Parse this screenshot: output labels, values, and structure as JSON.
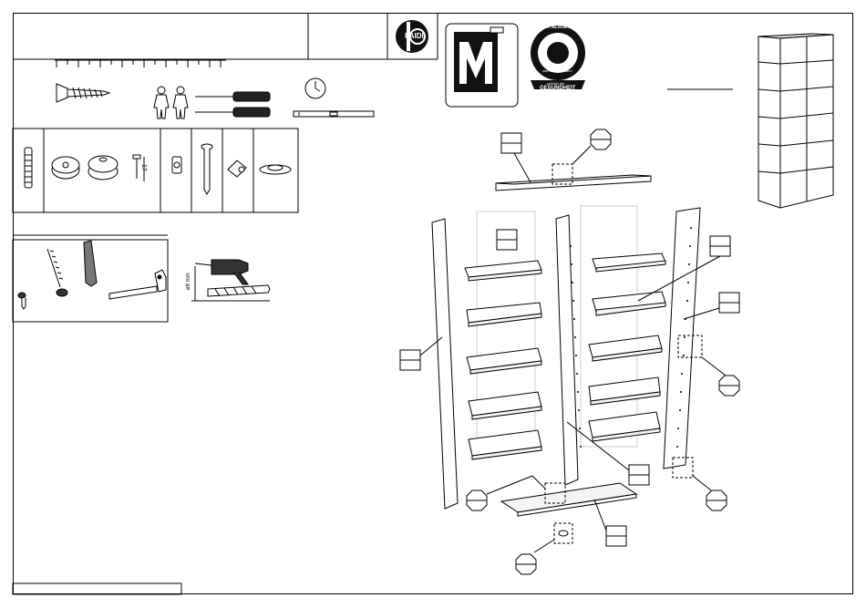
{
  "header": {
    "brand": "PAIDI",
    "dimension_label": "17",
    "drill_label": "ø8 mm"
  },
  "labels": {
    "ecolabel_top": "DER BLAUE ENGEL",
    "ecolabel_sub": "weil emissionsarm",
    "ecolabel_bottom1": "schützt die",
    "ecolabel_bottom2": "GESUNDHEIT",
    "m_badge": "M"
  },
  "colors": {
    "ink": "#000000",
    "logo": "#111111",
    "panel_fill": "#f4f4f4",
    "ghost": "#cfcfcf"
  }
}
